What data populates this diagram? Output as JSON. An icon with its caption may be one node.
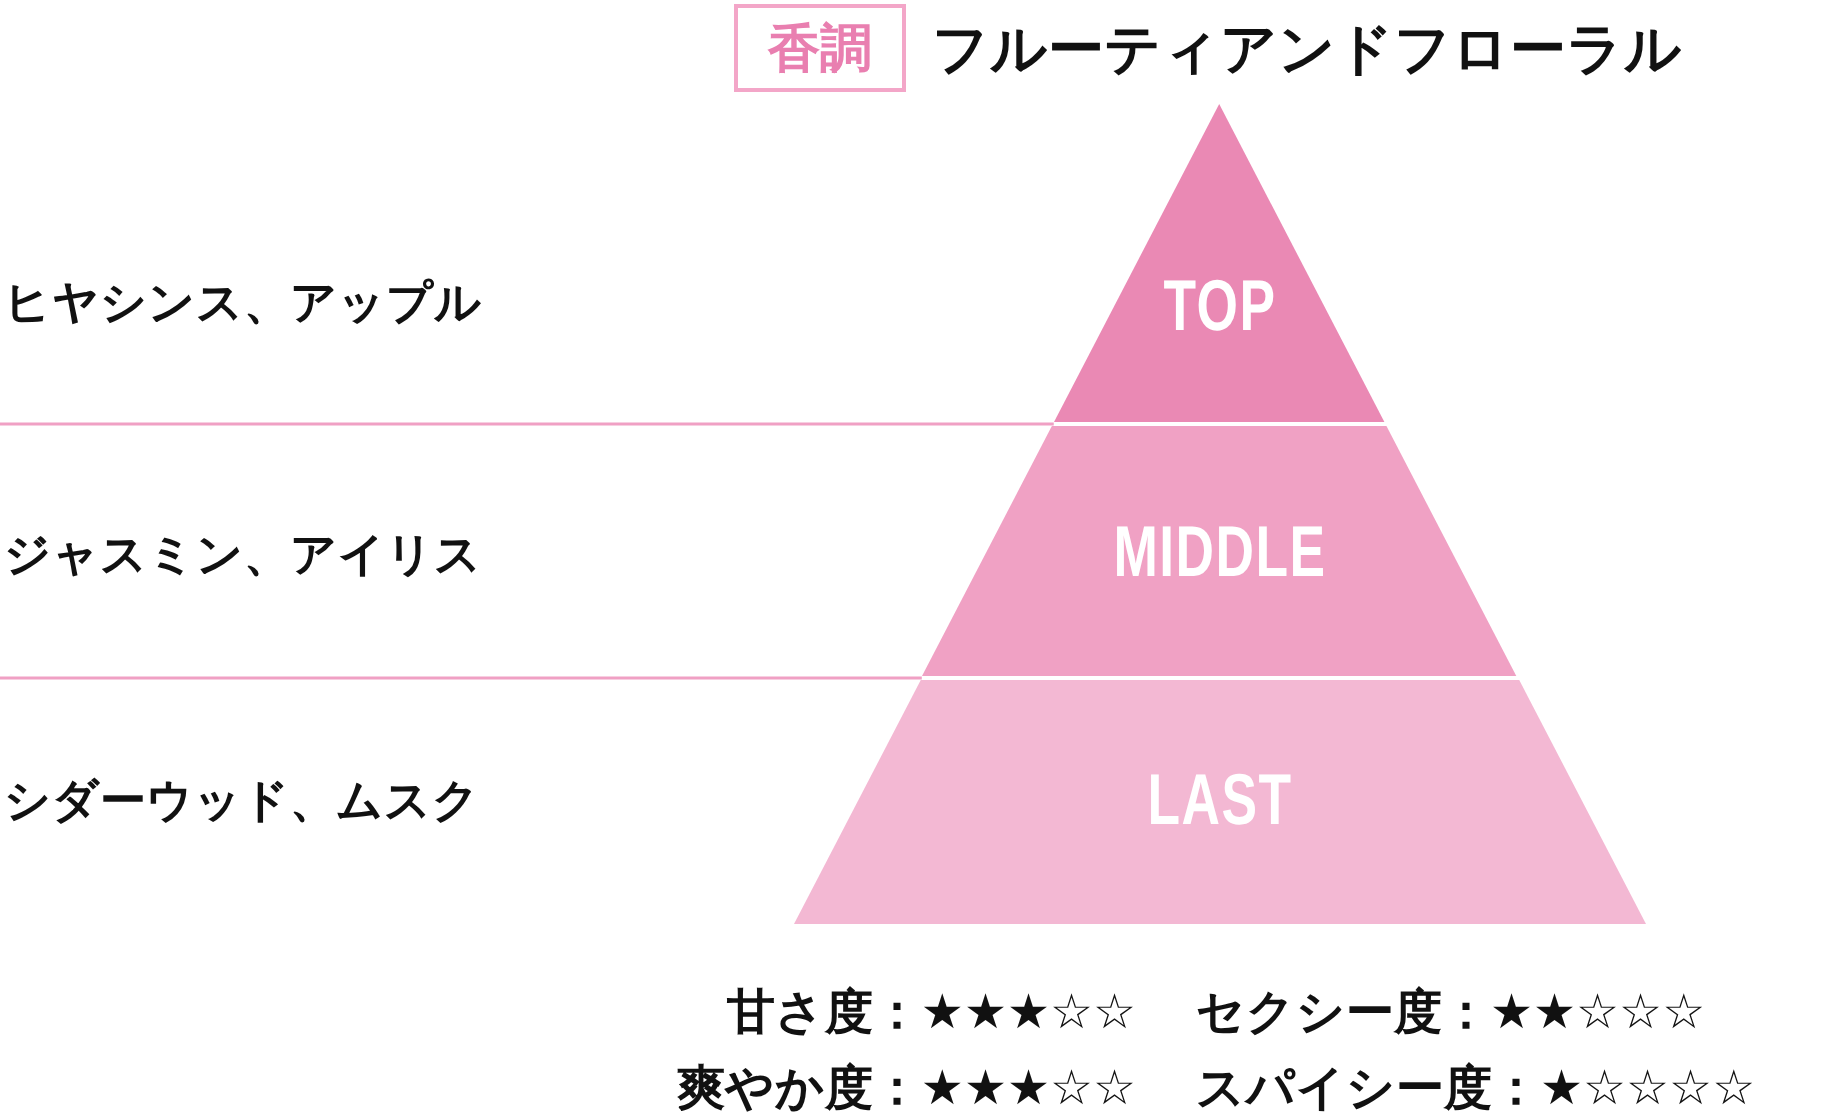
{
  "diagram": {
    "nodes": [
      {
        "text": [
          "香調"
        ],
        "beside": [
          "フルーティアンドフローラル"
        ]
      },
      {
        "text": [
          "TOP"
        ]
      },
      {
        "text": [
          "MIDDLE"
        ]
      },
      {
        "text": [
          "LAST"
        ]
      }
    ],
    "labels": [
      "ヒヤシンス、アップル",
      "ジャスミン、アイリス",
      "シダーウッド、ムスク",
      "甘さ度：★★★☆☆",
      "セクシー度：★★☆☆☆",
      "爽やか度：★★★☆☆",
      "スパイシー度：★☆☆☆☆"
    ]
  }
}
